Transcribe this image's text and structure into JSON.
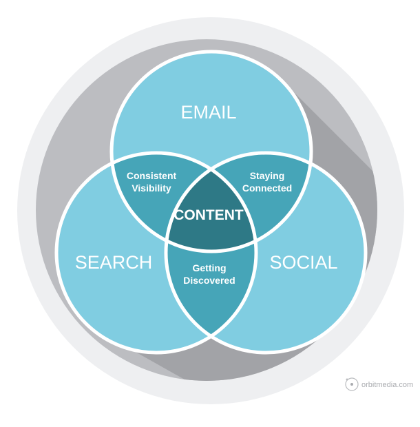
{
  "diagram": {
    "circles": {
      "email": "EMAIL",
      "search": "SEARCH",
      "social": "SOCIAL"
    },
    "overlaps": {
      "email_search": [
        "Consistent",
        "Visibility"
      ],
      "email_social": [
        "Staying",
        "Connected"
      ],
      "search_social": [
        "Getting",
        "Discovered"
      ],
      "all": "CONTENT"
    },
    "watermark": "orbitmedia.com",
    "colors": {
      "outer_ring": "#eeeff1",
      "inner_disc": "#bcbdc1",
      "shadow": "#a2a3a7",
      "circle": "#80cde1",
      "pair_overlap": "#46a5b8",
      "center_overlap": "#2e7986",
      "stroke": "#ffffff"
    }
  }
}
